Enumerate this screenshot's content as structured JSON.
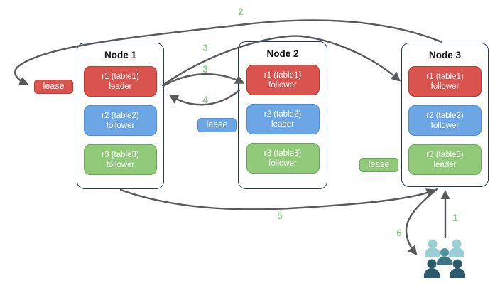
{
  "nodes": [
    {
      "title": "Node 1",
      "replicas": [
        {
          "name": "r1 (table1)",
          "role": "leader"
        },
        {
          "name": "r2 (table2)",
          "role": "follower"
        },
        {
          "name": "r3 (table3)",
          "role": "follower"
        }
      ]
    },
    {
      "title": "Node 2",
      "replicas": [
        {
          "name": "r1 (table1)",
          "role": "follower"
        },
        {
          "name": "r2 (table2)",
          "role": "leader"
        },
        {
          "name": "r3 (table3)",
          "role": "follower"
        }
      ]
    },
    {
      "title": "Node 3",
      "replicas": [
        {
          "name": "r1 (table1)",
          "role": "follower"
        },
        {
          "name": "r2 (table2)",
          "role": "follower"
        },
        {
          "name": "r3 (table3)",
          "role": "leader"
        }
      ]
    }
  ],
  "leases": [
    {
      "label": "lease",
      "color": "red",
      "for": "table1"
    },
    {
      "label": "lease",
      "color": "blue",
      "for": "table2"
    },
    {
      "label": "lease",
      "color": "green",
      "for": "table3"
    }
  ],
  "steps": {
    "s1": "1",
    "s2": "2",
    "s3a": "3",
    "s3b": "3",
    "s4": "4",
    "s5": "5",
    "s6": "6"
  },
  "icons": {
    "clients": "users-group-icon"
  },
  "colors": {
    "red_fill": "#D9534F",
    "red_border": "#C0392B",
    "blue_fill": "#6CA6E4",
    "blue_border": "#4E8ED3",
    "green_fill": "#90C978",
    "green_border": "#6BA85A",
    "node_border": "#24365B",
    "arrow": "#58595B",
    "step": "#8FC98F",
    "users_light": "#9BCED3",
    "users_mid_head": "#4F96A0",
    "users_mid_body": "#3D7584",
    "users_dark": "#2B5A6C"
  }
}
